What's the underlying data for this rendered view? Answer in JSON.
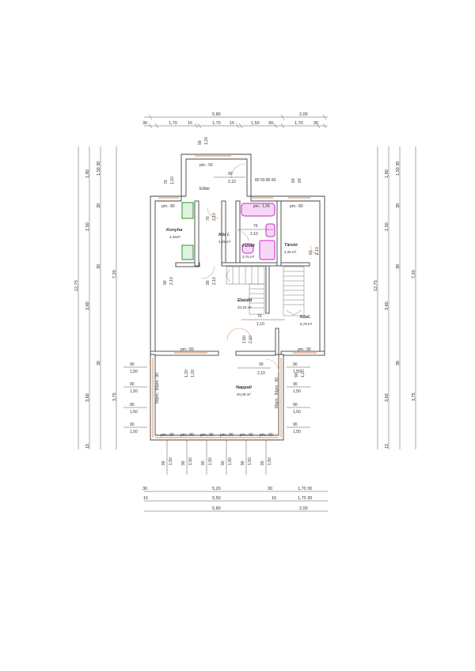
{
  "rooms": {
    "eloter": {
      "name": "Előtér"
    },
    "konyha": {
      "name": "Konyha",
      "area": "4,25m²"
    },
    "kor": {
      "name": "Kör l.",
      "area": "4,25 m²"
    },
    "furdo": {
      "name": "Fürdő",
      "area": "3,75 m²"
    },
    "tarolo": {
      "name": "Tároló",
      "area": "4,25 m²"
    },
    "ebedlo": {
      "name": "Ebédlő",
      "area": "20,20 m²"
    },
    "kozl": {
      "name": "Közl.",
      "area": "6,78 m²"
    },
    "nappali": {
      "name": "Nappali",
      "area": "20,08 m²"
    }
  },
  "windows": {
    "eloter": "pm.: 93",
    "konyha": "pm.: 80",
    "furdo": "pm.: 1,56",
    "tarolo": "pm.: 80",
    "ebedlo": "pm.: 83",
    "kozl": "pm.: 90"
  },
  "doors": {
    "eloter_w": "90",
    "eloter_h": "2,10",
    "kor_w": "70",
    "kor_h": "2,10",
    "furdo_w": "70",
    "furdo_h": "2,10",
    "tarolo_w": "60",
    "tarolo_h": "2,10",
    "konyha_w": "90",
    "konyha_h": "2,10",
    "nappali_w": "90",
    "nappali_h": "2,10",
    "kozl_w": "70",
    "kozl_h": "2,10",
    "ebedlo_w": "1,50",
    "ebedlo_h": "2,10",
    "stair_w": "70",
    "stair_h": "2,10"
  },
  "win_dims": {
    "eloter_w": "90",
    "eloter_h": "1,20",
    "konyha_w": "70",
    "konyha_h": "1,10",
    "furdo_w": "60",
    "furdo_h": "60",
    "ebedlo_w": "1,20",
    "ebedlo_h": "1,20",
    "kozl_w": "90",
    "kozl_h": "1,20",
    "furdo_labels": "80 50 80 60"
  },
  "top_dims": {
    "overall": [
      "5,80",
      "2,00"
    ],
    "detail": [
      "30",
      "1,70",
      "15",
      "1,70",
      "15",
      "1,50",
      "30",
      "1,70",
      "30"
    ]
  },
  "bottom_dims": {
    "row1": [
      "30",
      "5,20",
      "30",
      "1,70 30"
    ],
    "row2": [
      "15",
      "5,50",
      "15",
      "1,70 30"
    ],
    "row3": [
      "5,80",
      "2,00"
    ]
  },
  "side_dims": {
    "inner": [
      "1,80",
      "2,50",
      "3,60",
      "3,60",
      "15"
    ],
    "walls": [
      "1,50 30",
      "30",
      "30",
      "30"
    ],
    "mid": [
      "7,20",
      "3,75"
    ],
    "total": "12,75"
  },
  "living_windows": {
    "side_pairs": [
      [
        "90",
        "1,50"
      ],
      [
        "90",
        "1,50"
      ],
      [
        "90",
        "1,50"
      ],
      [
        "90",
        "1,50"
      ]
    ],
    "side_vertical": "90pm.: 90pm.: 90",
    "bottom_labels": [
      "pm.: 90",
      "pm.: 90",
      "pm.: 90",
      "pm.: 90",
      "pm.: 90",
      "pm.: 90"
    ],
    "bottom_pairs": [
      [
        "90",
        "1,50"
      ],
      [
        "90",
        "1,50"
      ],
      [
        "90",
        "1,50"
      ],
      [
        "90",
        "1,50"
      ],
      [
        "90",
        "1,50"
      ],
      [
        "90",
        "1,50"
      ]
    ]
  }
}
